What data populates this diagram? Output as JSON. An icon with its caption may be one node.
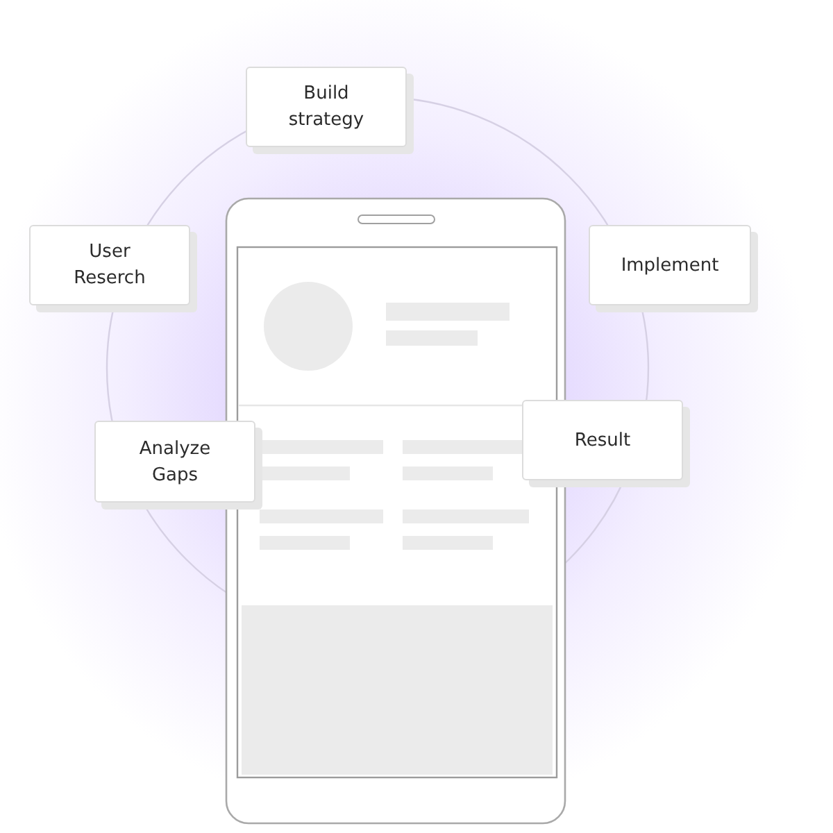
{
  "diagram": {
    "nodes": [
      {
        "text": [
          "Build strategy"
        ]
      },
      {
        "text": [
          "User Reserch"
        ]
      },
      {
        "text": [
          "Implement"
        ]
      },
      {
        "text": [
          "Analyze Gaps"
        ]
      },
      {
        "text": [
          "Result"
        ]
      }
    ]
  }
}
